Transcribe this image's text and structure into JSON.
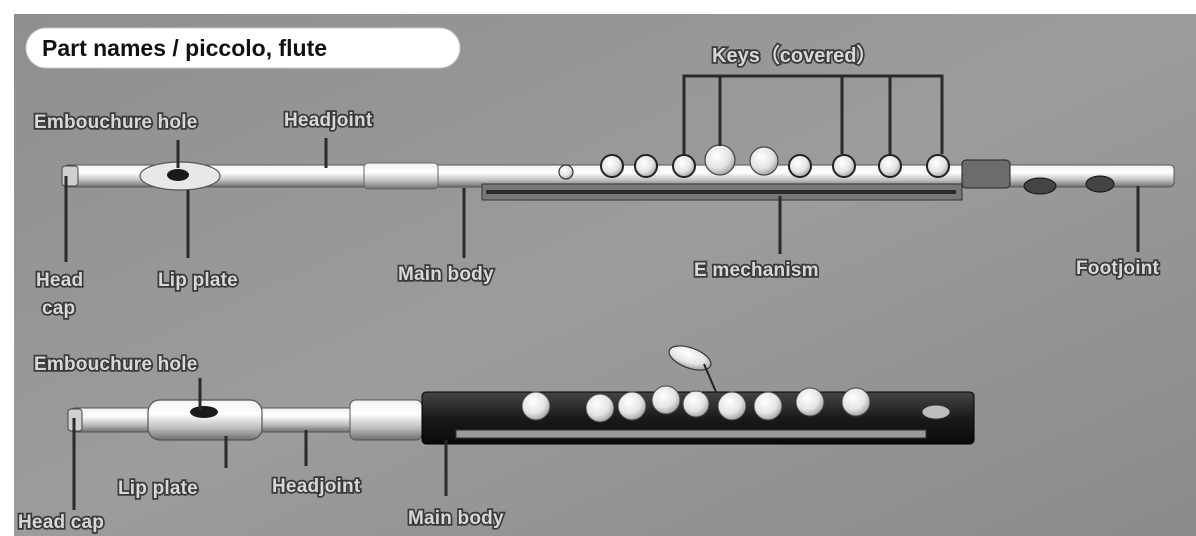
{
  "title": "Part names / piccolo, flute",
  "flute": {
    "keys_label": "Keys（covered）",
    "embouchure_hole": "Embouchure hole",
    "headjoint": "Headjoint",
    "head_cap_line1": "Head",
    "head_cap_line2": "cap",
    "lip_plate": "Lip plate",
    "main_body": "Main body",
    "e_mechanism": "E mechanism",
    "footjoint": "Footjoint"
  },
  "piccolo": {
    "embouchure_hole": "Embouchure hole",
    "lip_plate": "Lip plate",
    "headjoint": "Headjoint",
    "head_cap": "Head cap",
    "main_body": "Main body"
  }
}
